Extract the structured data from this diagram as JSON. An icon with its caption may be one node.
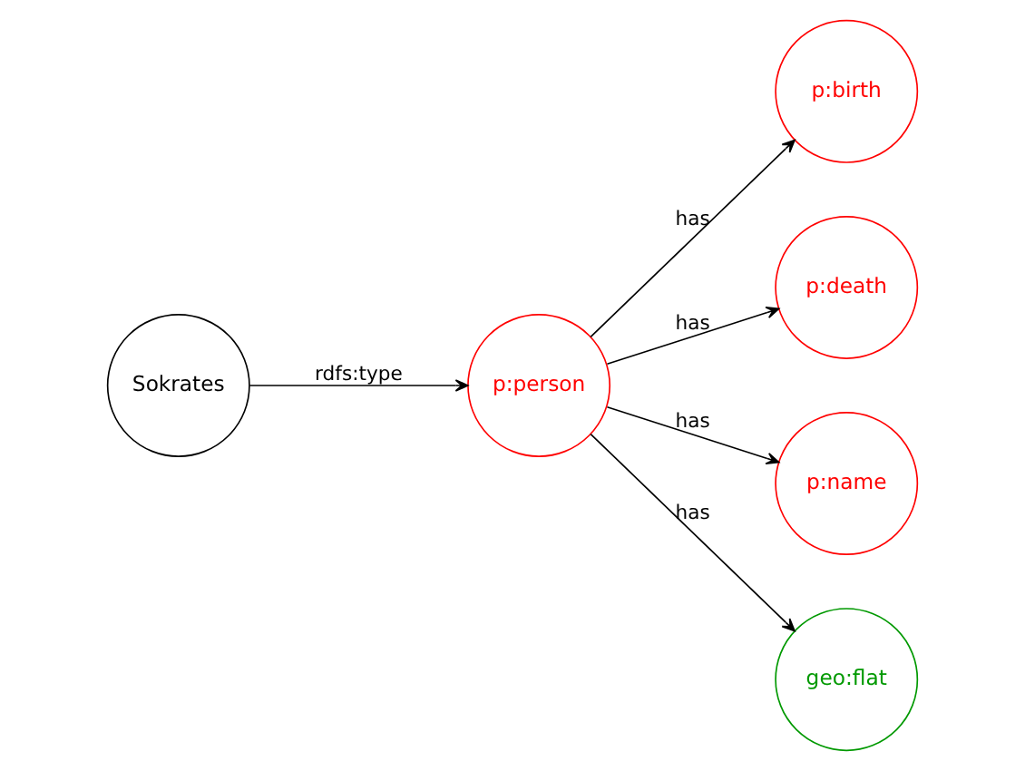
{
  "diagram": {
    "nodes": [
      {
        "text": [
          "Sokrates"
        ]
      },
      {
        "text": [
          "p:person"
        ]
      },
      {
        "text": [
          "p:birth"
        ]
      },
      {
        "text": [
          "p:death"
        ]
      },
      {
        "text": [
          "p:name"
        ]
      },
      {
        "text": [
          "geo:flat"
        ]
      }
    ],
    "edges": [
      {
        "from": 0,
        "to": 1,
        "arrow": "to",
        "label": "rdfs:type"
      },
      {
        "from": 1,
        "to": 2,
        "arrow": "to",
        "label": "has"
      },
      {
        "from": 1,
        "to": 3,
        "arrow": "to",
        "label": "has"
      },
      {
        "from": 1,
        "to": 4,
        "arrow": "to",
        "label": "has"
      },
      {
        "from": 1,
        "to": 5,
        "arrow": "to",
        "label": "has"
      }
    ]
  }
}
